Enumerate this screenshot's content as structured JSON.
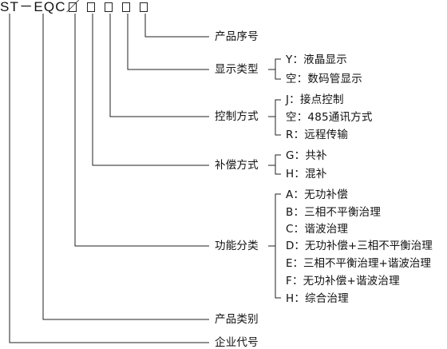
{
  "code": {
    "prefix": "ST－EQC／"
  },
  "items": {
    "product_serial": "产品序号",
    "display_type": {
      "label": "显示类型",
      "options": [
        "Y：液晶显示",
        "空：数码管显示"
      ]
    },
    "control_mode": {
      "label": "控制方式",
      "options": [
        "J：接点控制",
        "空：485通讯方式",
        "R：远程传输"
      ]
    },
    "compensation_mode": {
      "label": "补偿方式",
      "options": [
        "G：共补",
        "H：混补"
      ]
    },
    "function_class": {
      "label": "功能分类",
      "options": [
        "A：无功补偿",
        "B：三相不平衡治理",
        "C：谐波治理",
        "D：无功补偿+三相不平衡治理",
        "E：三相不平衡治理+谐波治理",
        "F：无功补偿+谐波治理",
        "H：综合治理"
      ]
    },
    "product_category": "产品类别",
    "company_code": "企业代号"
  },
  "colors": {
    "line": "#222222",
    "text": "#111111"
  }
}
